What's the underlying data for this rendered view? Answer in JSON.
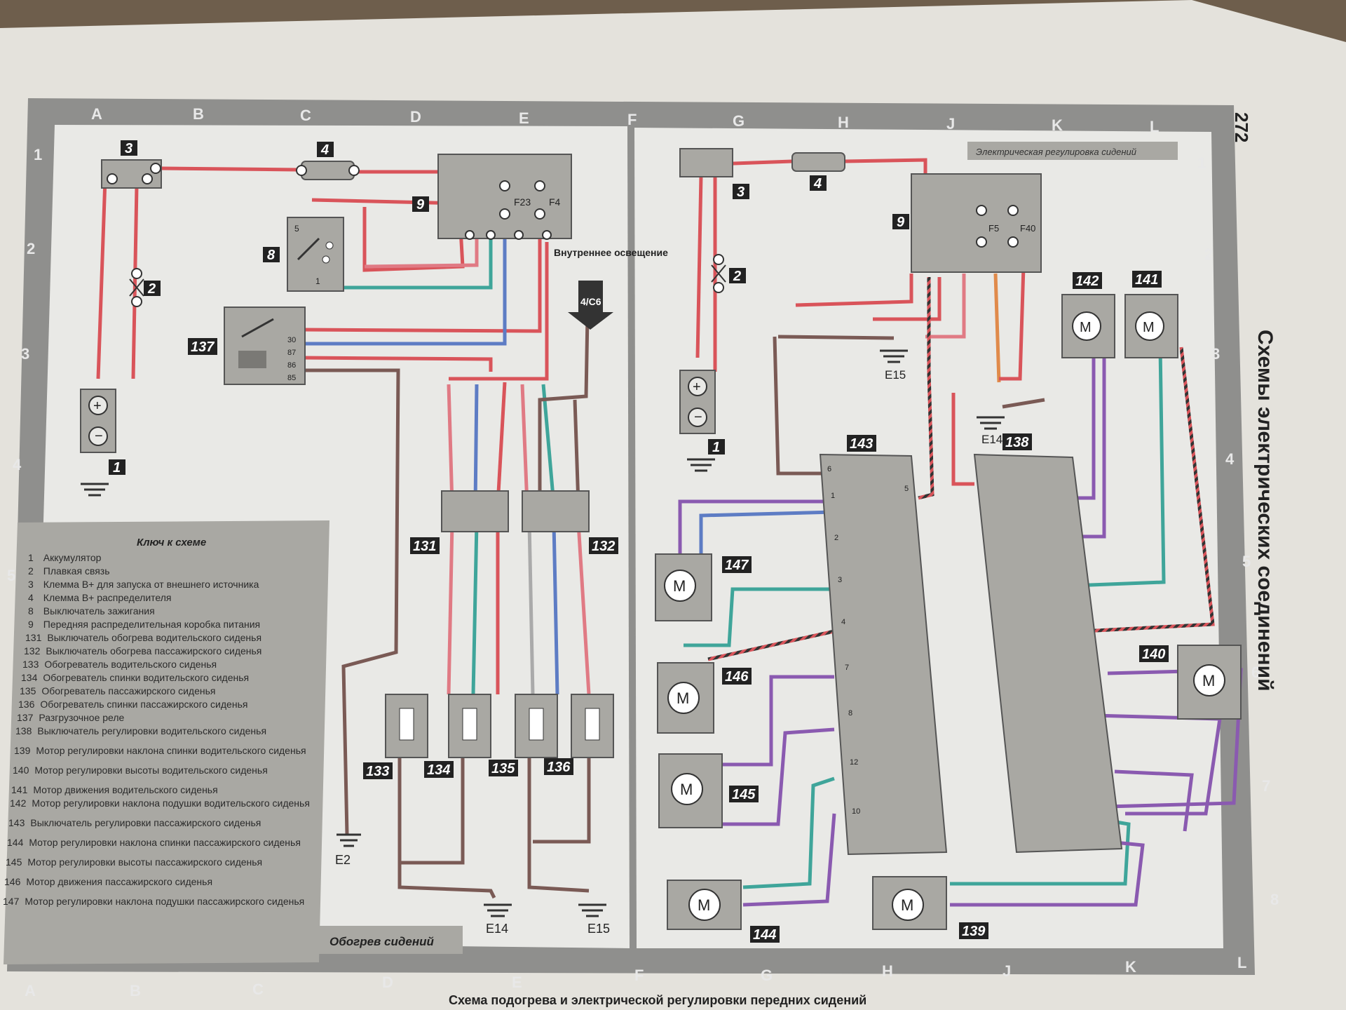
{
  "page_number": "272",
  "side_title": "Схемы электрических соединений",
  "caption_bottom": "Схема подогрева и электрической регулировки передних сидений",
  "left_diagram_title": "Обогрев сидений",
  "right_diagram_title": "Электрическая регулировка сидений",
  "grid_top_left": [
    "A",
    "B",
    "C",
    "D",
    "E",
    "F"
  ],
  "grid_top_right": [
    "G",
    "H",
    "J",
    "K",
    "L"
  ],
  "grid_bottom": [
    "A",
    "B",
    "C",
    "D",
    "E",
    "F",
    "G",
    "H",
    "J",
    "K",
    "L"
  ],
  "grid_rows": [
    "1",
    "2",
    "3",
    "4",
    "5",
    "6",
    "7",
    "8"
  ],
  "interior_light_label": "Внутреннее освещение",
  "connector_label": "4/C6",
  "fuses": [
    "F23",
    "F4",
    "F5",
    "F40"
  ],
  "relay_pins": [
    "30",
    "87",
    "86",
    "85"
  ],
  "ignition_pins": [
    "5",
    "1"
  ],
  "ground_labels": [
    "E2",
    "E14",
    "E15",
    "E15",
    "E14"
  ],
  "component_numbers": {
    "c1": "1",
    "c2": "2",
    "c3": "3",
    "c4": "4",
    "c8": "8",
    "c9": "9",
    "c137": "137",
    "c131": "131",
    "c132": "132",
    "c133": "133",
    "c134": "134",
    "c135": "135",
    "c136": "136",
    "r1": "1",
    "r2": "2",
    "r3": "3",
    "r4": "4",
    "r9": "9",
    "c143": "143",
    "c138": "138",
    "c142": "142",
    "c141": "141",
    "c140": "140",
    "c147": "147",
    "c146": "146",
    "c145": "145",
    "c144": "144",
    "c139": "139"
  },
  "motor_symbol": "M",
  "switch_pins": [
    "6",
    "1",
    "2",
    "3",
    "4",
    "7",
    "8",
    "12",
    "10",
    "5"
  ],
  "key": {
    "title": "Ключ к схеме",
    "items": [
      {
        "n": "1",
        "t": "Аккумулятор"
      },
      {
        "n": "2",
        "t": "Плавкая связь"
      },
      {
        "n": "3",
        "t": "Клемма В+ для запуска от внешнего источника"
      },
      {
        "n": "4",
        "t": "Клемма В+ распределителя"
      },
      {
        "n": "8",
        "t": "Выключатель зажигания"
      },
      {
        "n": "9",
        "t": "Передняя распределительная коробка питания"
      },
      {
        "n": "131",
        "t": "Выключатель обогрева водительского сиденья"
      },
      {
        "n": "132",
        "t": "Выключатель обогрева пассажирского сиденья"
      },
      {
        "n": "133",
        "t": "Обогреватель водительского сиденья"
      },
      {
        "n": "134",
        "t": "Обогреватель спинки водительского сиденья"
      },
      {
        "n": "135",
        "t": "Обогреватель пассажирского сиденья"
      },
      {
        "n": "136",
        "t": "Обогреватель спинки пассажирского сиденья"
      },
      {
        "n": "137",
        "t": "Разгрузочное реле"
      },
      {
        "n": "138",
        "t": "Выключатель регулировки водительского сиденья"
      },
      {
        "n": "139",
        "t": "Мотор регулировки наклона спинки водительского сиденья"
      },
      {
        "n": "140",
        "t": "Мотор регулировки высоты водительского сиденья"
      },
      {
        "n": "141",
        "t": "Мотор движения водительского сиденья"
      },
      {
        "n": "142",
        "t": "Мотор регулировки наклона подушки водительского сиденья"
      },
      {
        "n": "143",
        "t": "Выключатель регулировки пассажирского сиденья"
      },
      {
        "n": "144",
        "t": "Мотор регулировки наклона спинки пассажирского сиденья"
      },
      {
        "n": "145",
        "t": "Мотор регулировки высоты пассажирского сиденья"
      },
      {
        "n": "146",
        "t": "Мотор движения пассажирского сиденья"
      },
      {
        "n": "147",
        "t": "Мотор регулировки наклона подушки пассажирского сиденья"
      }
    ]
  },
  "colors": {
    "page": "#dcdcd6",
    "border": "#8d8d8b",
    "component": "#a9a8a3",
    "wire_red": "#d9545a",
    "wire_pink": "#e07a84",
    "wire_brown": "#7a5a55",
    "wire_teal": "#3fa59a",
    "wire_blue": "#5d7cc4",
    "wire_purple": "#8a5ab0",
    "wire_black": "#333333",
    "wire_orange": "#e08a4a"
  }
}
